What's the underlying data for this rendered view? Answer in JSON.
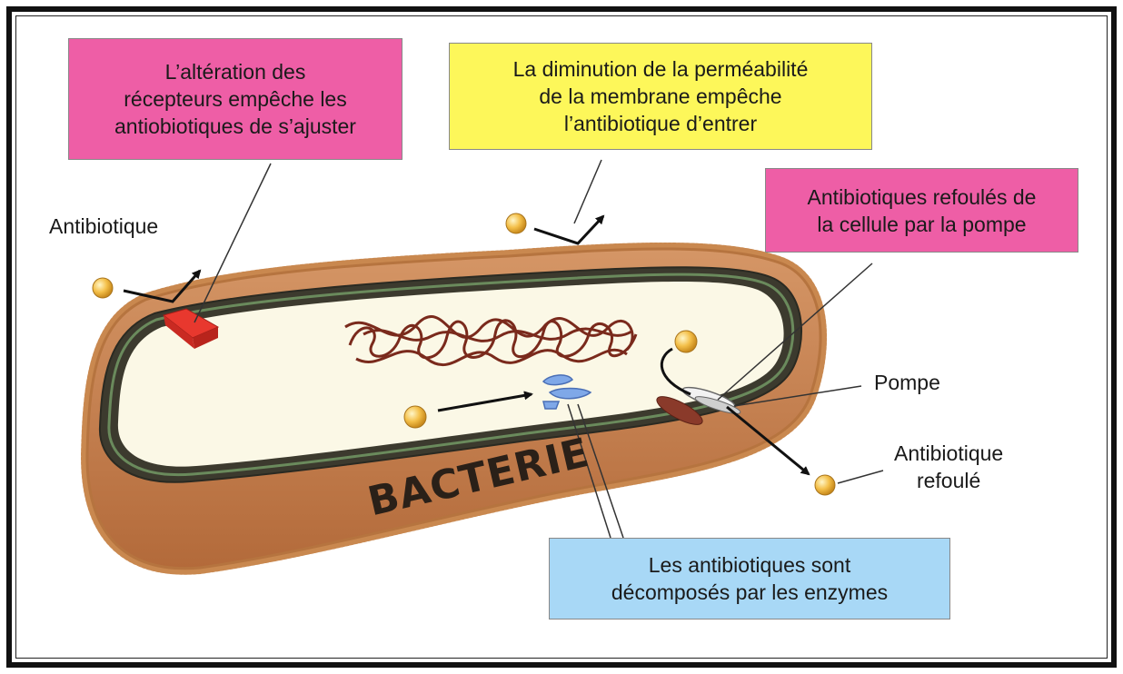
{
  "callouts": {
    "receptor_alteration": "L’altération des\nrécepteurs  empêche les\nantiobiotiques de s’ajuster",
    "permeability": "La diminution de la perméabilité\nde la membrane empêche\nl’antibiotique d’entrer",
    "pump_efflux": "Antibiotiques refoulés de\nla cellule par la pompe",
    "enzymes": "Les antibiotiques sont\ndécomposés par les enzymes"
  },
  "labels": {
    "antibiotic": "Antibiotique",
    "pump": "Pompe",
    "antibiotic_expelled": "Antibiotique\nrefoulé",
    "bacterium": "BACTERIE"
  },
  "colors": {
    "pink_callout": "#ee5ea6",
    "yellow_callout": "#fdf75a",
    "blue_callout": "#a8d8f6",
    "cell_wall": "#c8814e",
    "cytoplasm": "#fbf8e6",
    "dna": "#7a2a1c",
    "antibiotic_ball": "#f2b33a",
    "receptor": "#e8382e",
    "enzyme": "#6f9fe0"
  }
}
